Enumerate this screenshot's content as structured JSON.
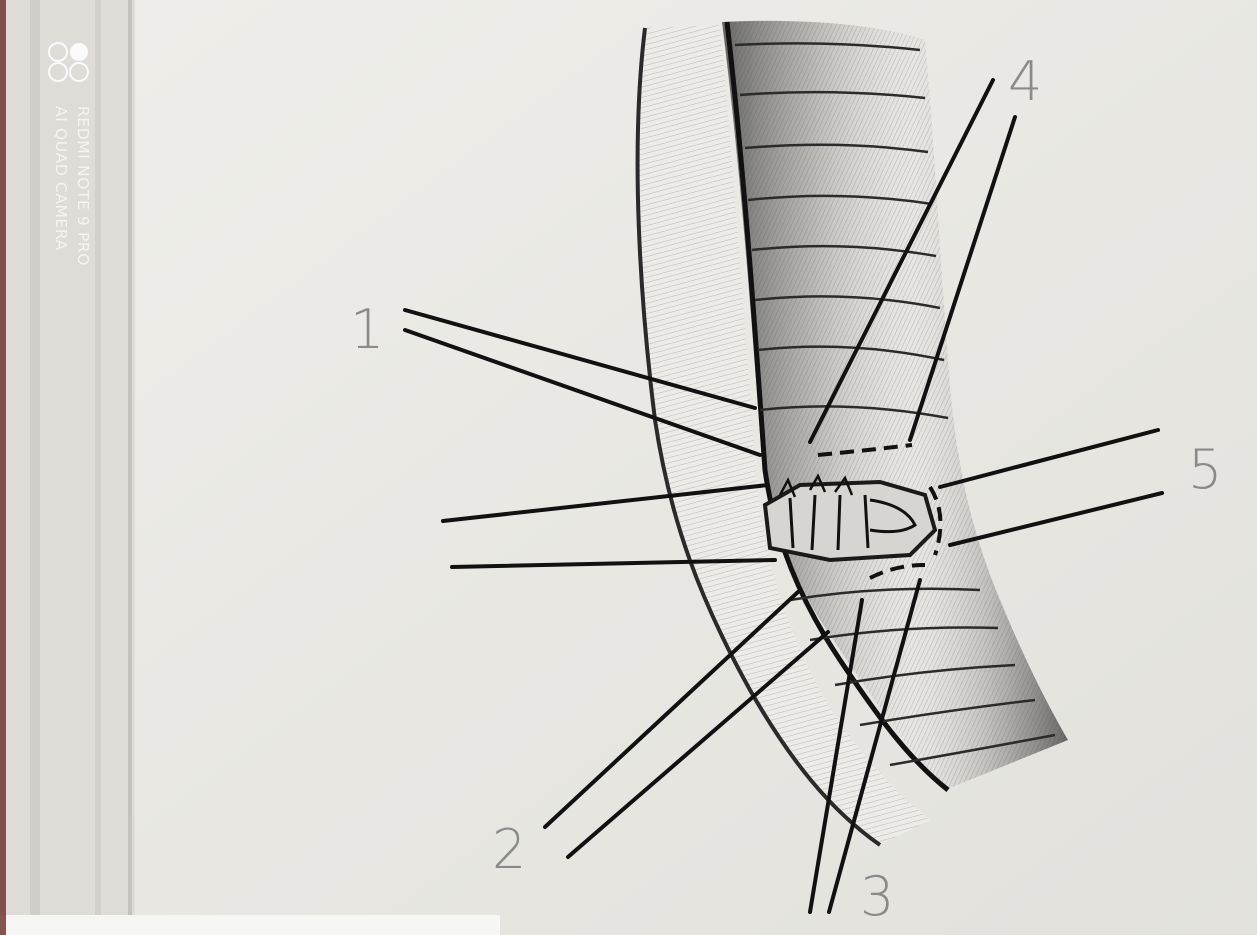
{
  "watermark": {
    "line1": "REDMI NOTE 9 PRO",
    "line2": "AI QUAD CAMERA"
  },
  "labels": {
    "n1": "1",
    "n2": "2",
    "n3": "3",
    "n4": "4",
    "n5": "5"
  }
}
